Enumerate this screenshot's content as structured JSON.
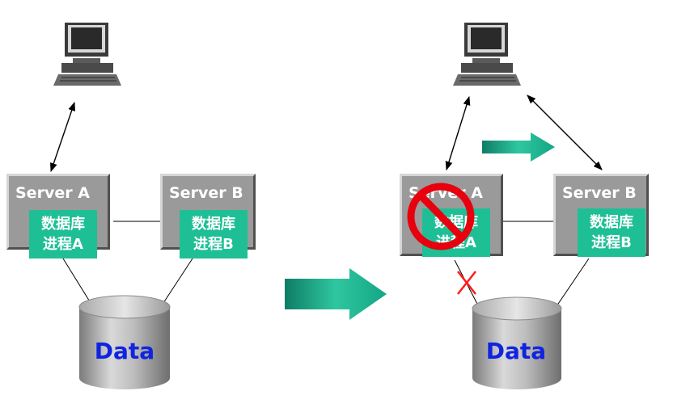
{
  "left": {
    "server_a": {
      "title": "Server A",
      "proc_line1": "数据库",
      "proc_line2": "进程A"
    },
    "server_b": {
      "title": "Server B",
      "proc_line1": "数据库",
      "proc_line2": "进程B"
    },
    "database": {
      "label": "Data"
    }
  },
  "right": {
    "server_a": {
      "title": "Server A",
      "proc_line1": "数据库",
      "proc_line2": "进程A",
      "status": "failed"
    },
    "server_b": {
      "title": "Server B",
      "proc_line1": "数据库",
      "proc_line2": "进程B"
    },
    "database": {
      "label": "Data"
    }
  },
  "colors": {
    "server_gray": "#9a9a9a",
    "process_green": "#1fbf96",
    "arrow_teal": "#1aa88a",
    "data_text": "#1024e0",
    "failure_red": "#e8000e"
  },
  "icons": {
    "client": "computer-terminal-icon",
    "failure": "prohibited-icon",
    "broken_link": "red-x-icon",
    "transition": "right-arrow-icon"
  }
}
